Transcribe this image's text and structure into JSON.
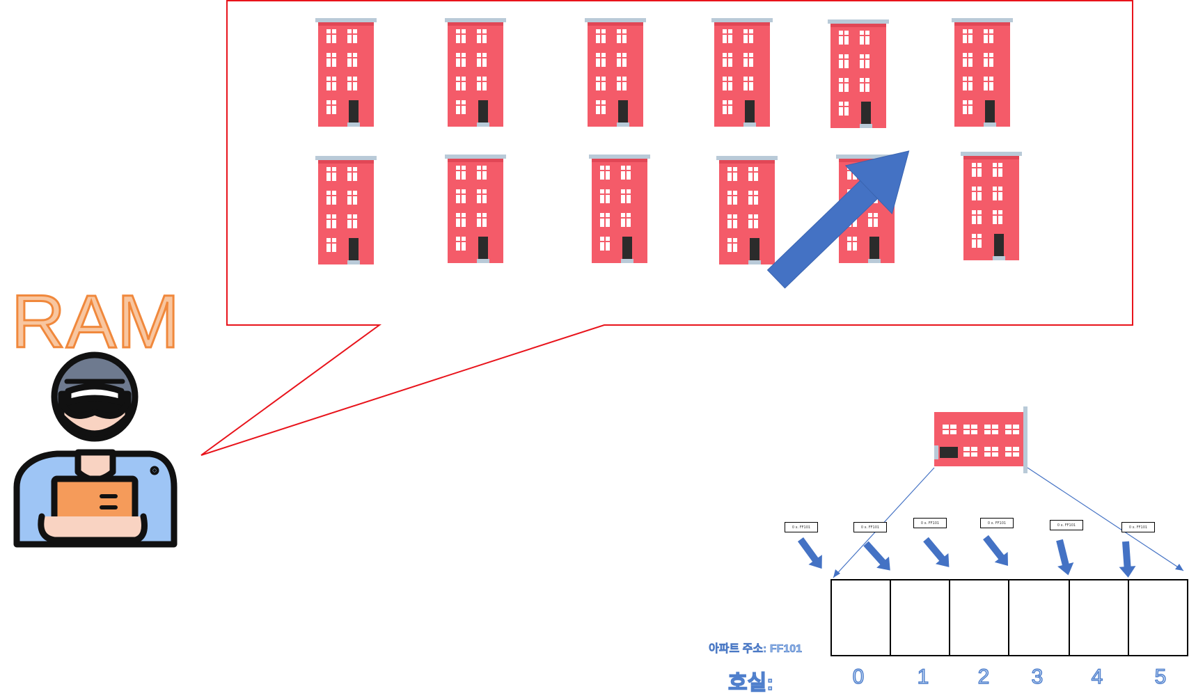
{
  "ram_label": "RAM",
  "building_row_count": 2,
  "buildings_per_row": 6,
  "address_label": "아파트 주소: FF101",
  "room_label": "호실:",
  "rooms": [
    "0",
    "1",
    "2",
    "3",
    "4",
    "5"
  ],
  "room_notes": [
    "0 x. FF101",
    "0 x. FF101",
    "0 x. FF101",
    "0 x. FF101",
    "0 x. FF101",
    "0 x. FF101"
  ],
  "colors": {
    "building": "#f45b69",
    "callout_border": "#e8131b",
    "arrow": "#4472c4",
    "ram_fill": "#f8c6a0",
    "ram_stroke": "#f0883c"
  },
  "icons": [
    "apartment-building-icon",
    "delivery-person-icon",
    "big-arrow-icon",
    "small-arrow-icon",
    "sideways-building-icon"
  ]
}
